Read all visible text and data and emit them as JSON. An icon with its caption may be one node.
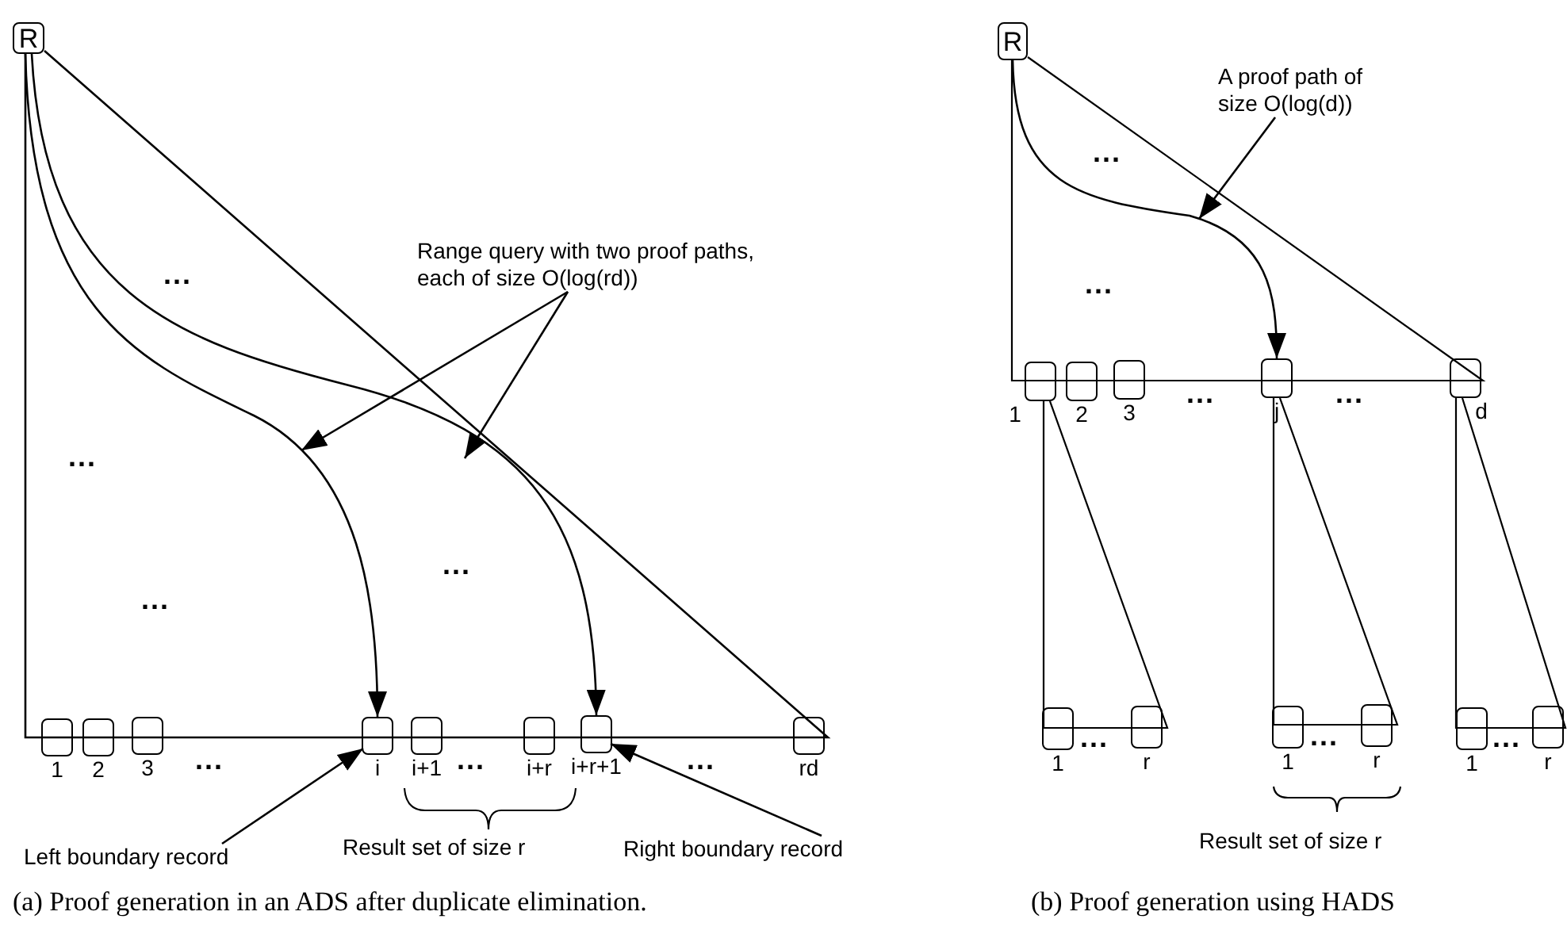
{
  "diagram": {
    "nodes": [
      {
        "text": [
          "R"
        ]
      },
      {
        "text": [
          "1"
        ]
      },
      {
        "text": [
          "2"
        ]
      },
      {
        "text": [
          "3"
        ]
      },
      {
        "text": [
          "i"
        ]
      },
      {
        "text": [
          "i+1"
        ]
      },
      {
        "text": [
          "i+r"
        ]
      },
      {
        "text": [
          "i+r+1"
        ]
      },
      {
        "text": [
          "rd"
        ]
      },
      {
        "text": [
          "Range query with two proof paths, each of size O(log(rd))"
        ]
      },
      {
        "text": [
          "Left boundary record"
        ]
      },
      {
        "text": [
          "Right boundary record"
        ]
      },
      {
        "text": [
          "R"
        ]
      },
      {
        "text": [
          "1"
        ]
      },
      {
        "text": [
          "2"
        ]
      },
      {
        "text": [
          "3"
        ]
      },
      {
        "text": [
          "j"
        ]
      },
      {
        "text": [
          "d"
        ]
      },
      {
        "text": [
          "A proof path of size O(log(d))"
        ]
      },
      {
        "text": [
          "1"
        ]
      },
      {
        "text": [
          "r"
        ]
      },
      {
        "text": [
          "1"
        ]
      },
      {
        "text": [
          "r"
        ]
      },
      {
        "text": [
          "1"
        ]
      },
      {
        "text": [
          "r"
        ]
      }
    ],
    "edges": [
      {
        "from": 0,
        "to": 4,
        "arrow": "to"
      },
      {
        "from": 0,
        "to": 7,
        "arrow": "to"
      },
      {
        "from": 9,
        "to": null,
        "arrow": "to"
      },
      {
        "from": 9,
        "to": null,
        "arrow": "to"
      },
      {
        "from": 10,
        "to": 4,
        "arrow": "to"
      },
      {
        "from": 11,
        "to": 7,
        "arrow": "to"
      },
      {
        "from": 12,
        "to": 16,
        "arrow": "to"
      },
      {
        "from": 18,
        "to": null,
        "arrow": "to"
      }
    ],
    "labels": [
      "...",
      "...",
      "...",
      "...",
      "...",
      "...",
      "...",
      "Result set of size r",
      "(a) Proof generation in an ADS after duplicate elimination.",
      "...",
      "...",
      "...",
      "...",
      "...",
      "...",
      "...",
      "Result set of size r",
      "(b) Proof generation using HADS"
    ]
  }
}
